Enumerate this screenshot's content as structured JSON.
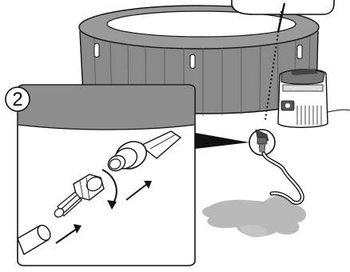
{
  "step": {
    "number": "2"
  },
  "colors": {
    "spa_wall": "#8a8a8a",
    "inset_band": "#8e8e8e",
    "water_puddle": "#b9b9b9",
    "outline": "#111111",
    "arrow": "#111111"
  },
  "icons": {
    "step_marker": "circled-digit",
    "rotate": "curved-arrow-clockwise",
    "push": "straight-arrow"
  }
}
